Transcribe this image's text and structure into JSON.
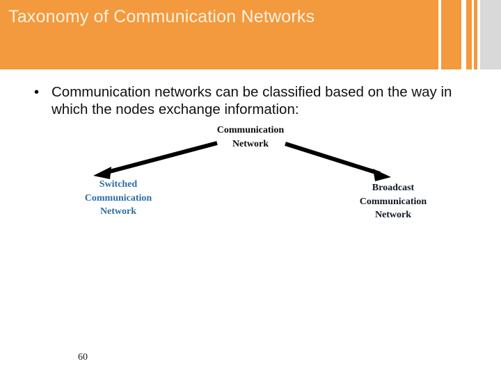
{
  "slide": {
    "title": "Taxonomy of Communication Networks",
    "page_number": "60",
    "colors": {
      "header_orange": "#f3993e",
      "header_gray": "#d9d9d9",
      "title_text": "#fdf3df",
      "body_text": "#111111",
      "node_root_text": "#0d0d0d",
      "node_left_text": "#2e6ca4",
      "node_right_text": "#101824",
      "arrow": "#000000",
      "background": "#ffffff"
    }
  },
  "body": {
    "bullet_marker": "•",
    "bullet_text": "Communication networks can be classified based on the way in which the nodes exchange information:"
  },
  "diagram": {
    "type": "tree",
    "root": {
      "line1": "Communication",
      "line2": "Network",
      "label": "Communication Network"
    },
    "children": [
      {
        "line1": "Switched",
        "line2": "Communication",
        "line3": "Network",
        "label": "Switched Communication Network"
      },
      {
        "line1": "Broadcast",
        "line2": "Communication",
        "line3": "Network",
        "label": "Broadcast Communication Network"
      }
    ],
    "arrows": [
      {
        "name": "arrow-root-to-switched",
        "direction": "down-left"
      },
      {
        "name": "arrow-root-to-broadcast",
        "direction": "down-right"
      }
    ]
  }
}
